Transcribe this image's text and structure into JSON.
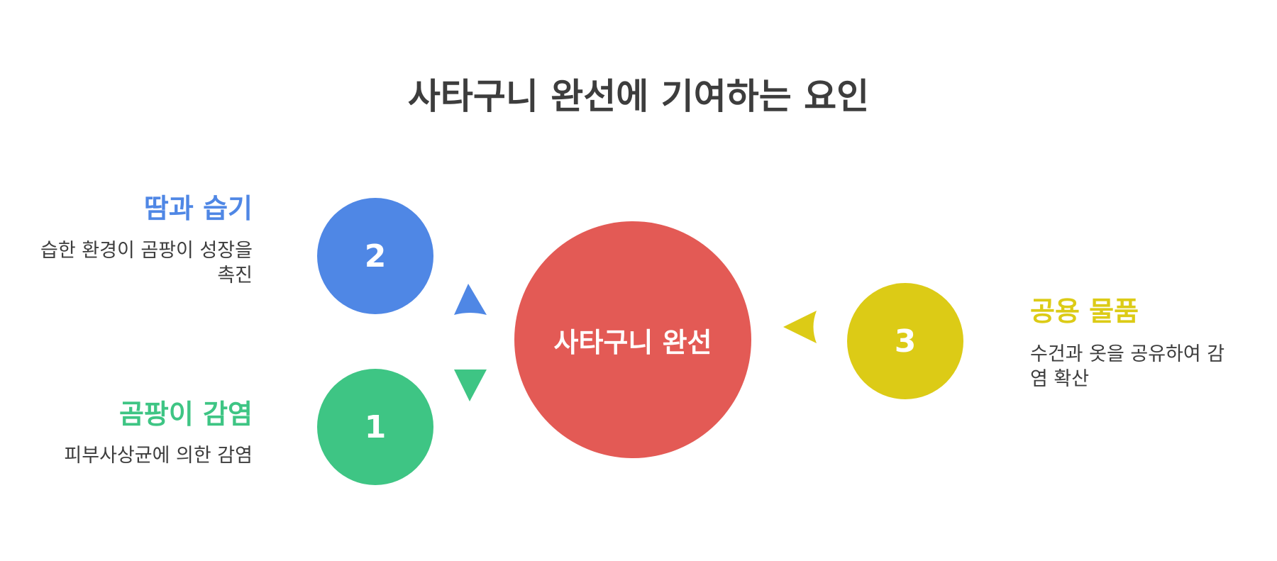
{
  "title": "사타구니 완선에 기여하는 요인",
  "center": {
    "label": "사타구니 완선",
    "color": "#e35a55"
  },
  "factors": [
    {
      "number": "2",
      "title": "땀과 습기",
      "description": "습한 환경이 곰팡이 성장을 촉진",
      "color": "#4f87e5"
    },
    {
      "number": "1",
      "title": "곰팡이 감염",
      "description": "피부사상균에 의한 감염",
      "color": "#3ec584"
    },
    {
      "number": "3",
      "title": "공용 물품",
      "description": "수건과 옷을 공유하여 감염 확산",
      "color": "#dccb16"
    }
  ],
  "text_color": "#3d3d3d"
}
